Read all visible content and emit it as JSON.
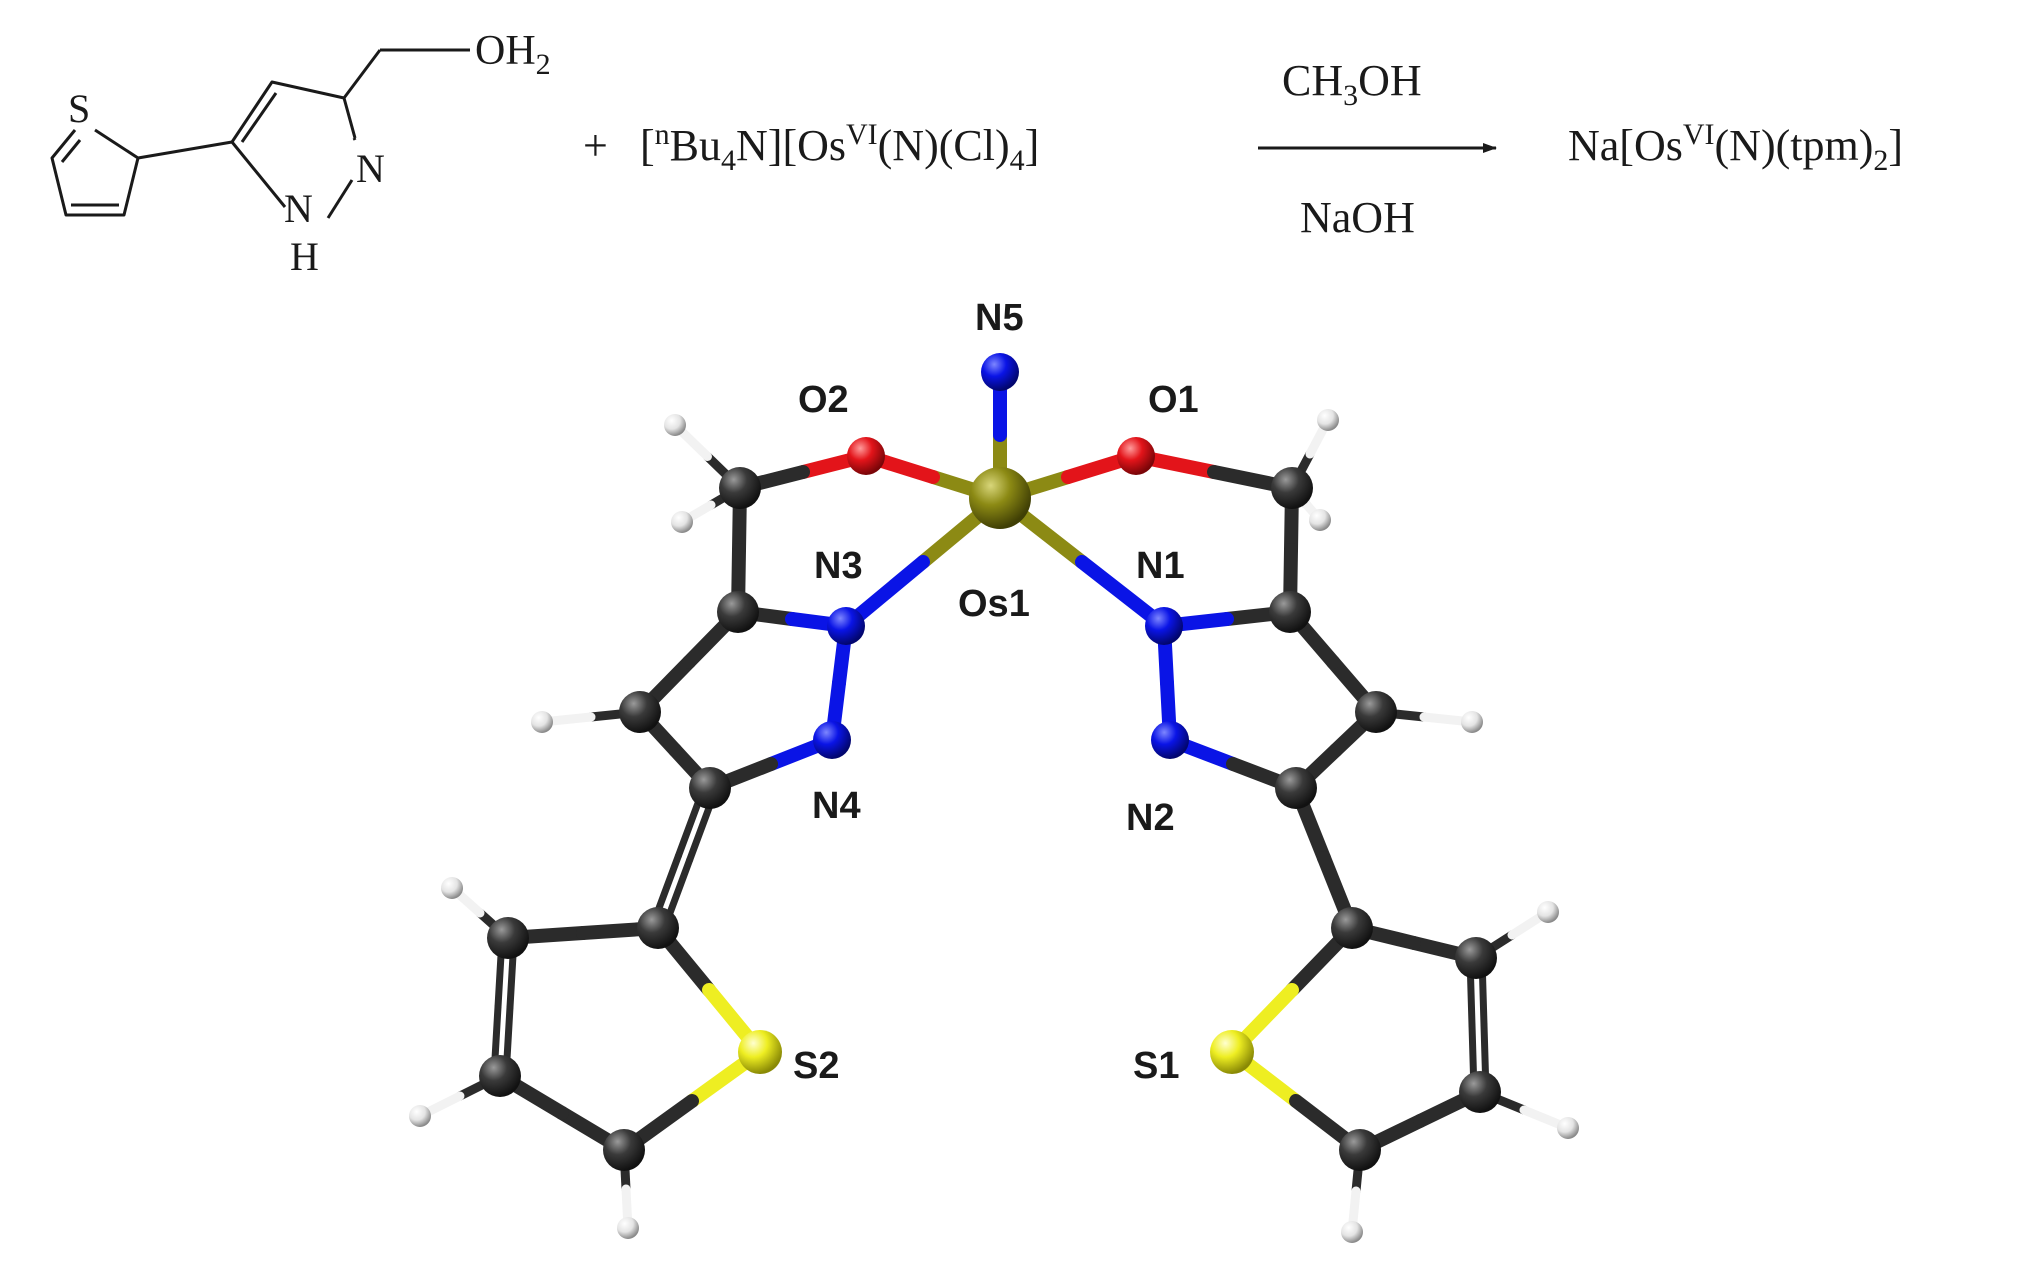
{
  "reaction": {
    "ligand_substituent": "OH",
    "ligand_substituent_sub": "2",
    "ring_atom_S": "S",
    "ring_atom_N2": "N",
    "ring_atom_N1": "N",
    "ring_atom_H": "H",
    "plus": "+",
    "reagent": {
      "bracket1_open": "[",
      "sup_n": "n",
      "bu": "Bu",
      "bu_sub": "4",
      "n_close": "N][Os",
      "os_sup": "VI",
      "tail": "(N)(Cl)",
      "cl_sub": "4",
      "bracket_close": "]"
    },
    "solvent": {
      "main": "CH",
      "sub": "3",
      "tail": "OH"
    },
    "base": "NaOH",
    "product": {
      "head": "Na[Os",
      "sup": "VI",
      "mid": "(N)(tpm)",
      "sub": "2",
      "close": "]"
    }
  },
  "structure": {
    "labels": {
      "N5": "N5",
      "O2": "O2",
      "O1": "O1",
      "N3": "N3",
      "N1": "N1",
      "Os1": "Os1",
      "N4": "N4",
      "N2": "N2",
      "S2": "S2",
      "S1": "S1"
    },
    "element_colors": {
      "C": "#2b2b2b",
      "N": "#0a14e6",
      "O": "#e3141a",
      "S": "#eeee22",
      "Os": "#8c8a14",
      "H": "#f2f2f2"
    }
  }
}
